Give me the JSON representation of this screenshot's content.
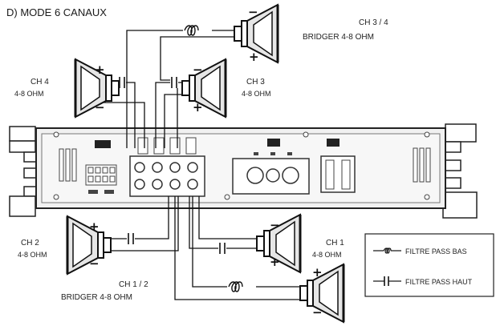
{
  "title": "D)  MODE 6 CANAUX",
  "channels": {
    "ch34": {
      "name": "CH 3 / 4",
      "detail": "BRIDGER 4-8 OHM"
    },
    "ch4": {
      "name": "CH 4",
      "detail": "4-8 OHM"
    },
    "ch3": {
      "name": "CH 3",
      "detail": "4-8 OHM"
    },
    "ch2": {
      "name": "CH 2",
      "detail": "4-8 OHM"
    },
    "ch1": {
      "name": "CH 1",
      "detail": "4-8 OHM"
    },
    "ch12": {
      "name": "CH 1 / 2",
      "detail": "BRIDGER 4-8 OHM"
    }
  },
  "legend": {
    "low_pass": "FILTRE PASS BAS",
    "high_pass": "FILTRE PASS HAUT"
  },
  "polarity": {
    "plus": "+",
    "minus": "−"
  }
}
